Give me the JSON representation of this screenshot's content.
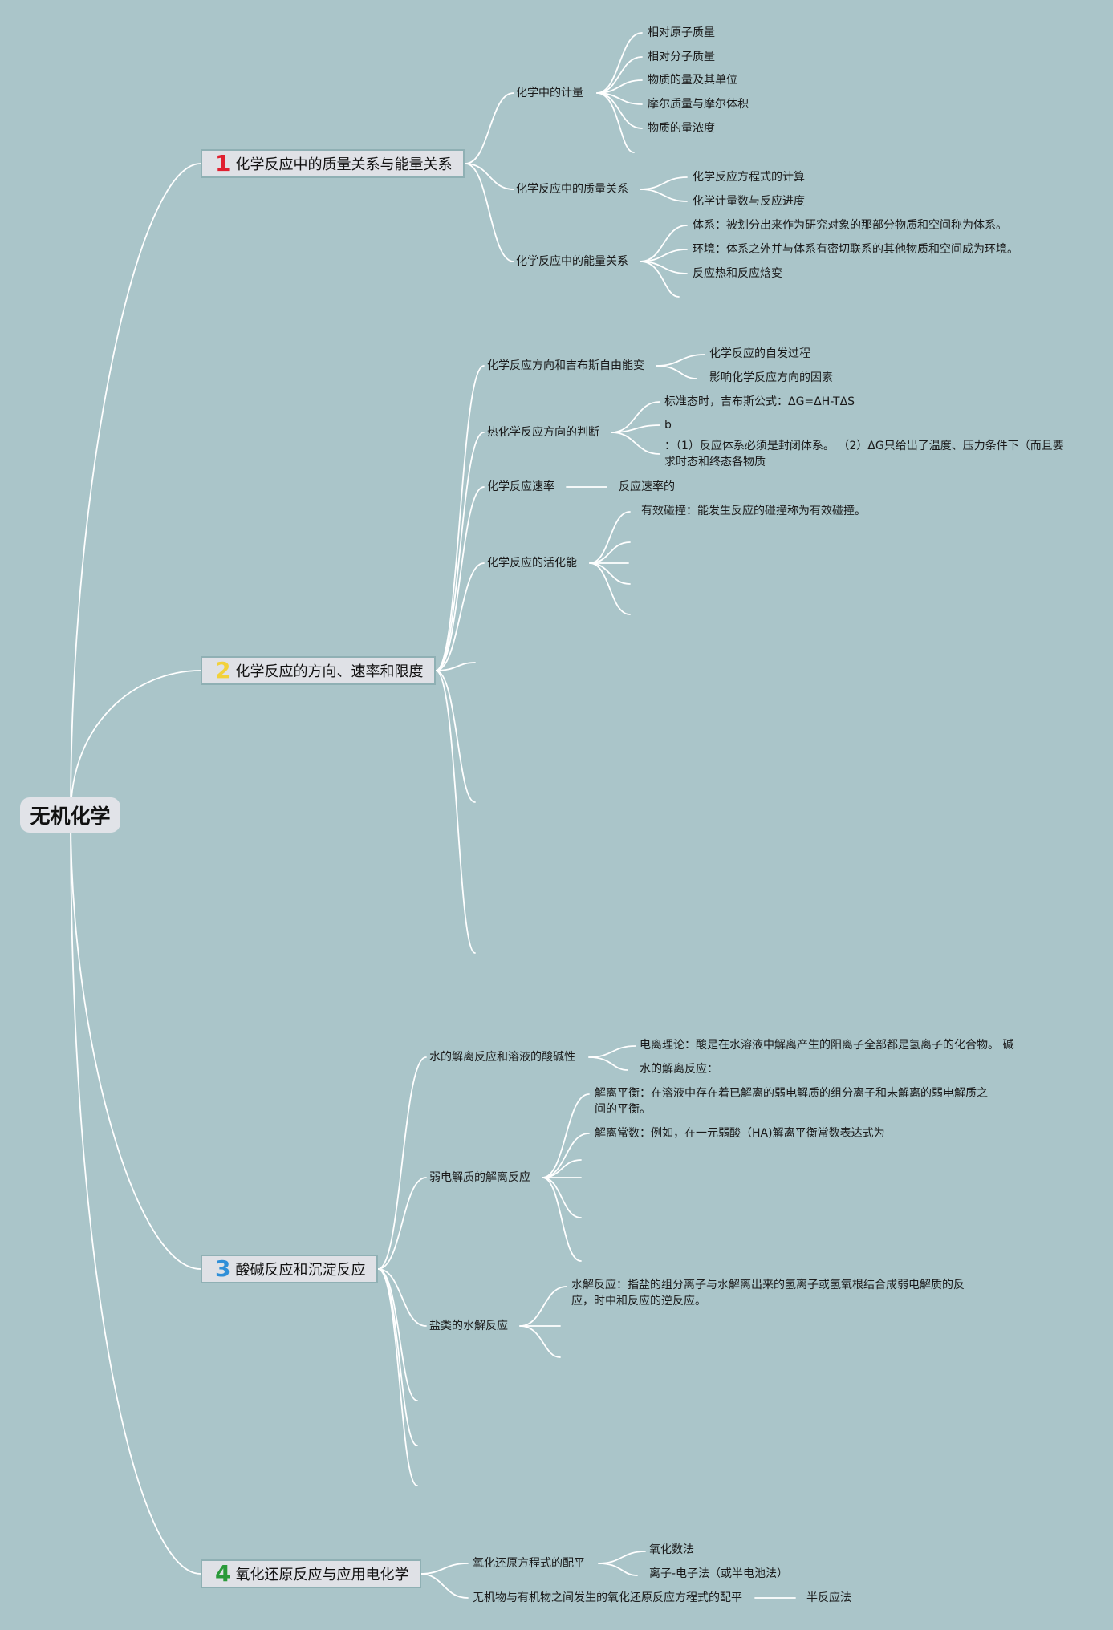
{
  "root": {
    "label": "无机化学"
  },
  "branches": [
    {
      "num": "1",
      "num_color": "#e02030",
      "label": "化学反应中的质量关系与能量关系",
      "subs": [
        {
          "label": "化学中的计量",
          "items": [
            "相对原子质量",
            "相对分子质量",
            "物质的量及其单位",
            "摩尔质量与摩尔体积",
            "物质的量浓度"
          ]
        },
        {
          "label": "化学反应中的质量关系",
          "items": [
            "化学反应方程式的计算",
            "化学计量数与反应进度"
          ]
        },
        {
          "label": "化学反应中的能量关系",
          "items": [
            "体系：被划分出来作为研究对象的那部分物质和空间称为体系。",
            "环境：体系之外并与体系有密切联系的其他物质和空间成为环境。",
            "反应热和反应焓变"
          ]
        }
      ]
    },
    {
      "num": "2",
      "num_color": "#f2d13a",
      "label": "化学反应的方向、速率和限度",
      "subs": [
        {
          "label": "化学反应方向和吉布斯自由能变",
          "items": [
            "化学反应的自发过程",
            "影响化学反应方向的因素"
          ]
        },
        {
          "label": "热化学反应方向的判断",
          "items": [
            "标准态时，吉布斯公式：ΔG=ΔH-TΔS",
            "b",
            "：（1）反应体系必须是封闭体系。 （2）ΔG只给出了温度、压力条件下（而且要求时态和终态各物质"
          ]
        },
        {
          "label": "化学反应速率",
          "items": [
            "反应速率的"
          ]
        },
        {
          "label": "化学反应的活化能",
          "items": [
            "有效碰撞：能发生反应的碰撞称为有效碰撞。"
          ]
        }
      ]
    },
    {
      "num": "3",
      "num_color": "#2f8fd8",
      "label": "酸碱反应和沉淀反应",
      "subs": [
        {
          "label": "水的解离反应和溶液的酸碱性",
          "items": [
            "电离理论：酸是在水溶液中解离产生的阳离子全部都是氢离子的化合物。 碱",
            "水的解离反应："
          ]
        },
        {
          "label": "弱电解质的解离反应",
          "items": [
            "解离平衡：在溶液中存在着已解离的弱电解质的组分离子和未解离的弱电解质之间的平衡。",
            "解离常数：例如，在一元弱酸（HA)解离平衡常数表达式为"
          ]
        },
        {
          "label": "盐类的水解反应",
          "items": [
            "水解反应：指盐的组分离子与水解离出来的氢离子或氢氧根结合成弱电解质的反应，时中和反应的逆反应。"
          ]
        }
      ]
    },
    {
      "num": "4",
      "num_color": "#2a9a3a",
      "label": "氧化还原反应与应用电化学",
      "subs": [
        {
          "label": "氧化还原方程式的配平",
          "items": [
            "氧化数法",
            "离子-电子法（或半电池法）"
          ]
        },
        {
          "label": "无机物与有机物之间发生的氧化还原反应方程式的配平",
          "items": [
            "半反应法"
          ]
        }
      ]
    }
  ]
}
